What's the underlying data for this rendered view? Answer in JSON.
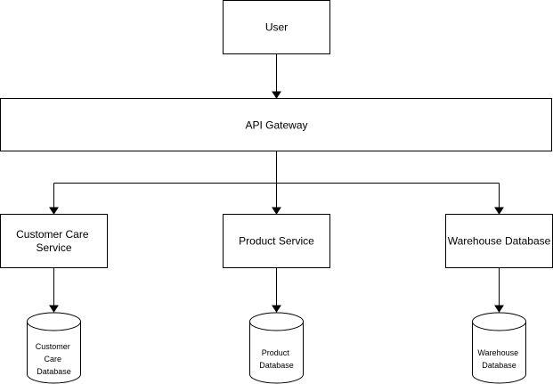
{
  "diagram": {
    "nodes": {
      "user": {
        "label": "User"
      },
      "api_gateway": {
        "label": "API Gateway"
      },
      "customer_care_service": {
        "label_lines": [
          "Customer Care",
          "Service"
        ]
      },
      "product_service": {
        "label": "Product Service"
      },
      "warehouse_database": {
        "label": "Warehouse Database"
      },
      "customer_care_db": {
        "label_lines": [
          "Customer",
          "Care",
          "Database"
        ]
      },
      "product_db": {
        "label_lines": [
          "Product",
          "Database"
        ]
      },
      "warehouse_db": {
        "label_lines": [
          "Warehouse",
          "Database"
        ]
      }
    },
    "edges": [
      {
        "from": "user",
        "to": "api_gateway"
      },
      {
        "from": "api_gateway",
        "to": "customer_care_service"
      },
      {
        "from": "api_gateway",
        "to": "product_service"
      },
      {
        "from": "api_gateway",
        "to": "warehouse_database"
      },
      {
        "from": "customer_care_service",
        "to": "customer_care_db"
      },
      {
        "from": "product_service",
        "to": "product_db"
      },
      {
        "from": "warehouse_database",
        "to": "warehouse_db"
      }
    ]
  }
}
